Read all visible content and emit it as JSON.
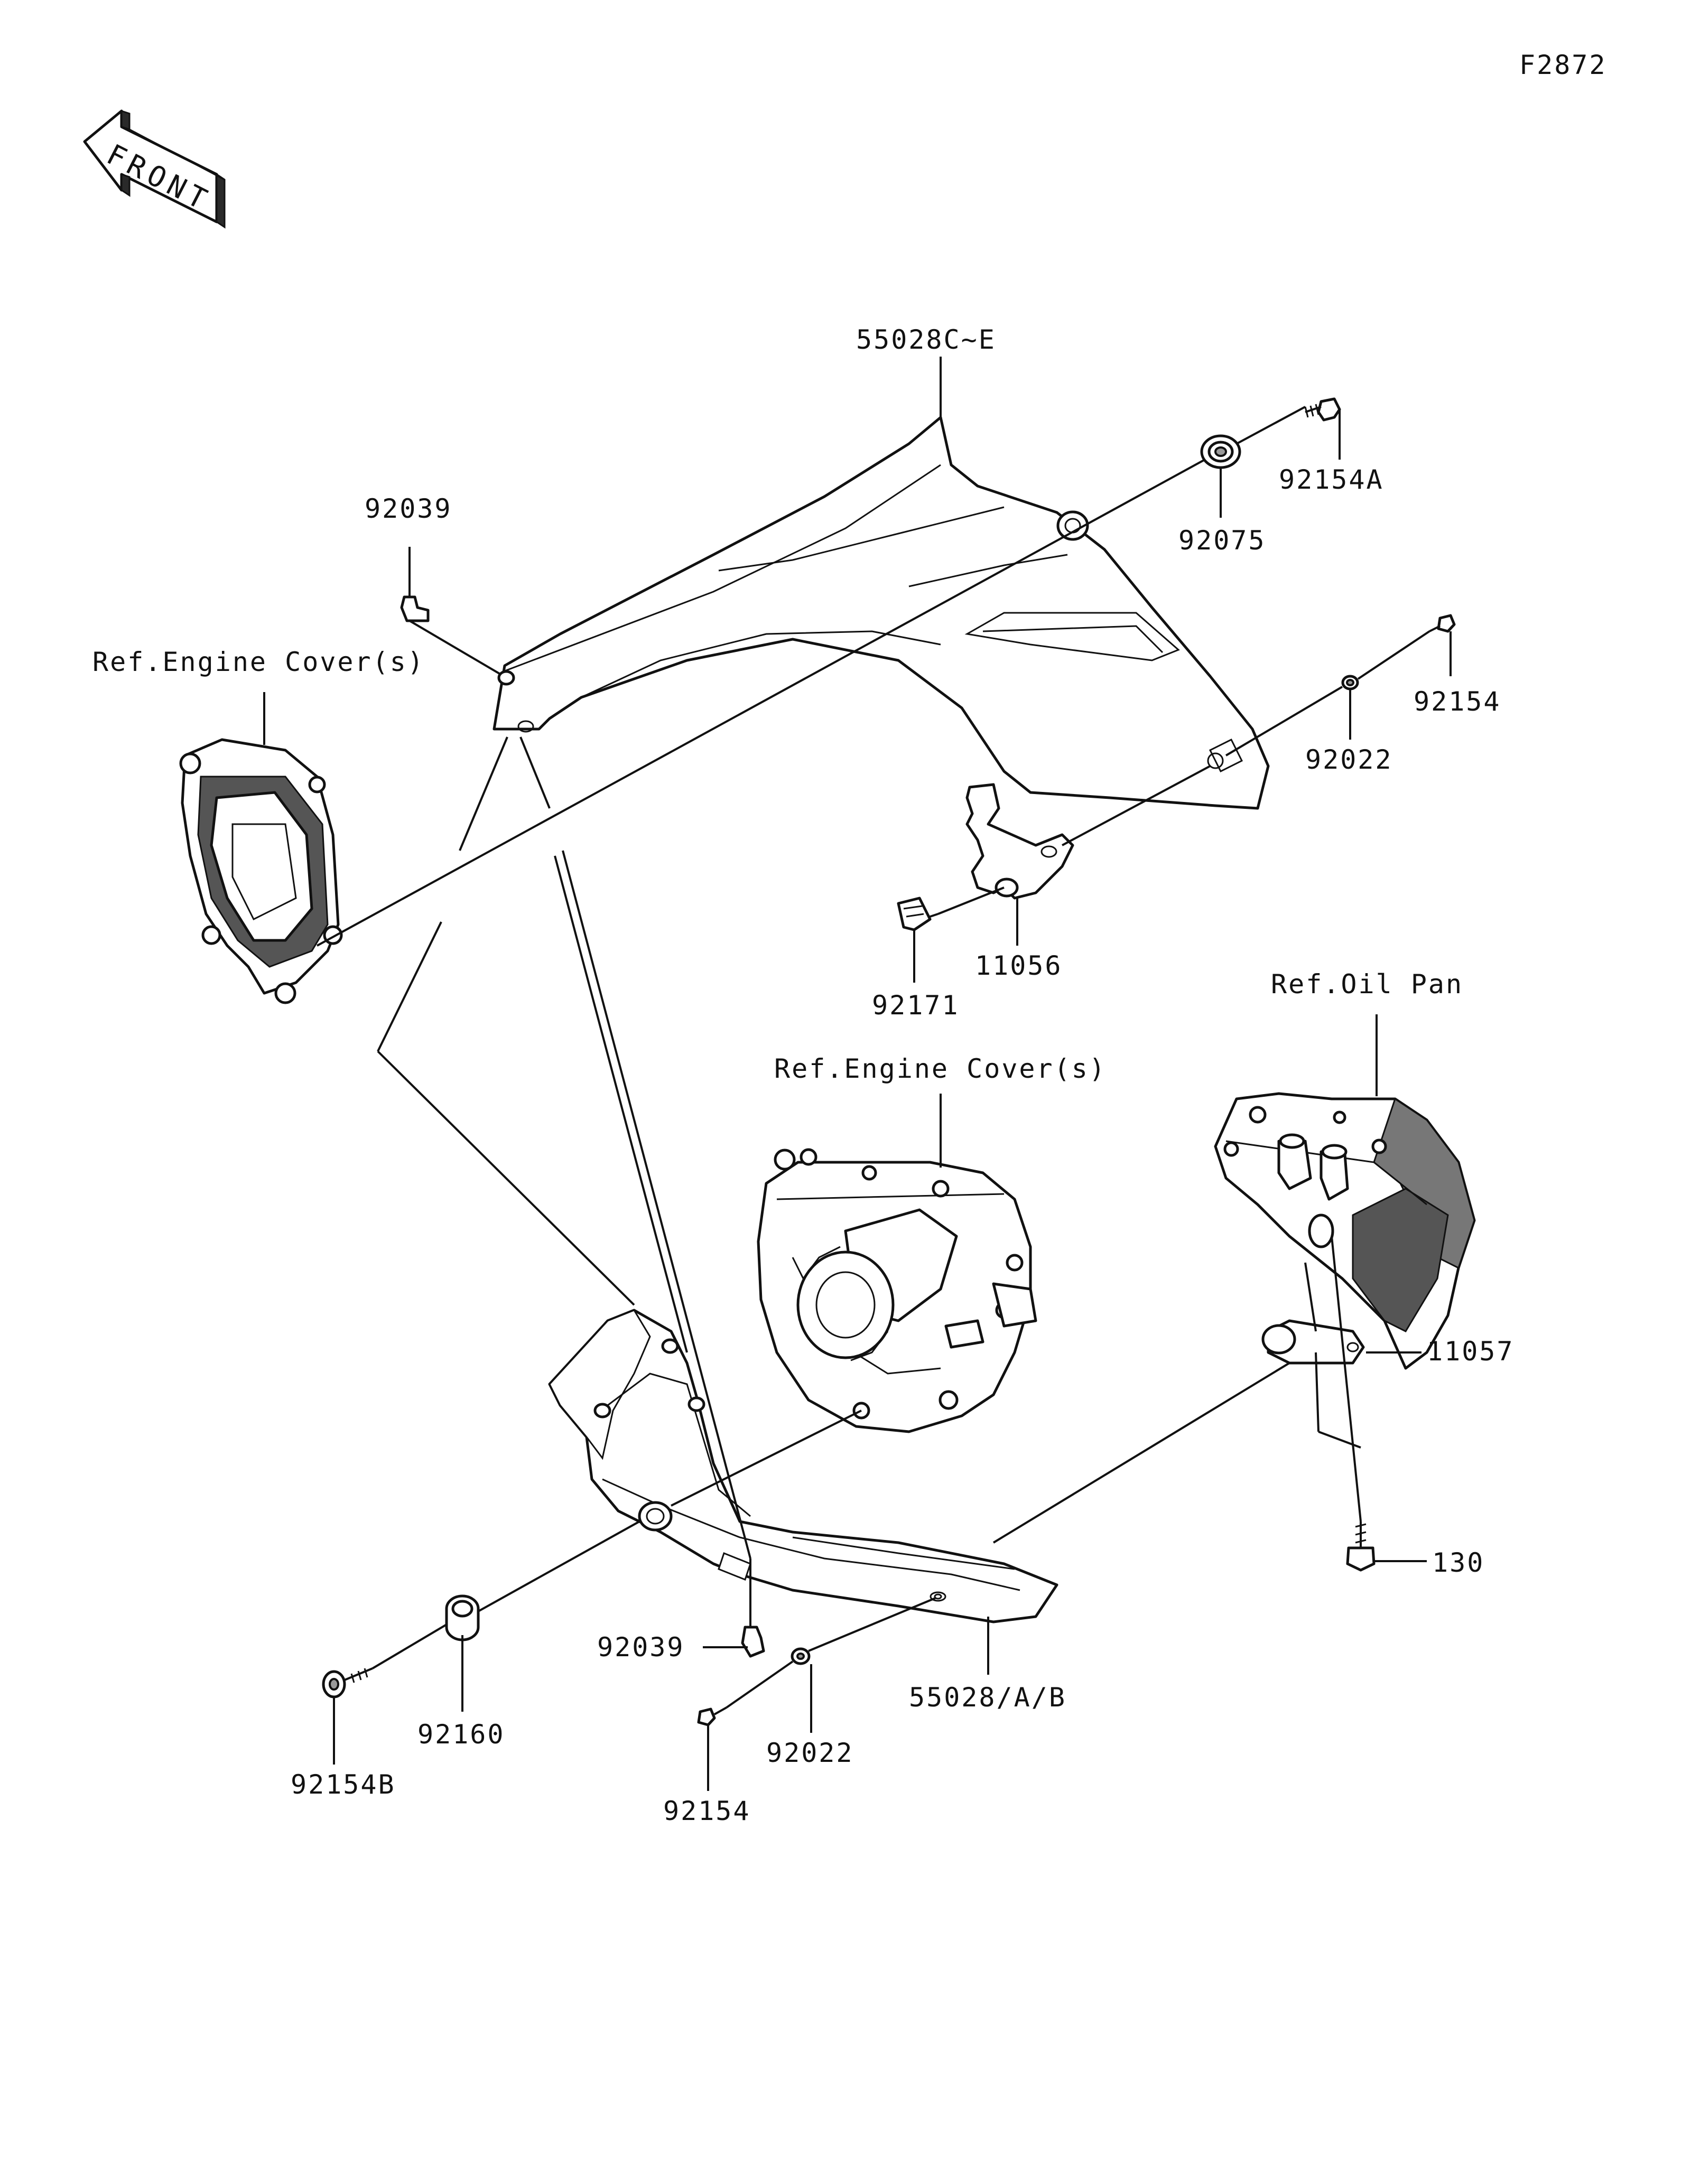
{
  "figure_code": "F2872",
  "front_label": "FRONT",
  "labels": {
    "upper_cowl": "55028C~E",
    "bolt_a": "92154A",
    "damper_upper": "92075",
    "bolt_upper_right": "92154",
    "washer_upper": "92022",
    "clip_upper": "92039",
    "ref_engine_cover_left": "Ref.Engine Cover(s)",
    "bracket_upper": "11056",
    "nut_clip": "92171",
    "ref_oil_pan": "Ref.Oil Pan",
    "ref_engine_cover_center": "Ref.Engine Cover(s)",
    "bracket_lower": "11057",
    "bolt_130": "130",
    "clip_lower": "92039",
    "lower_cowl": "55028/A/B",
    "damper_lower": "92160",
    "washer_lower": "92022",
    "bolt_b": "92154B",
    "bolt_lower": "92154"
  }
}
